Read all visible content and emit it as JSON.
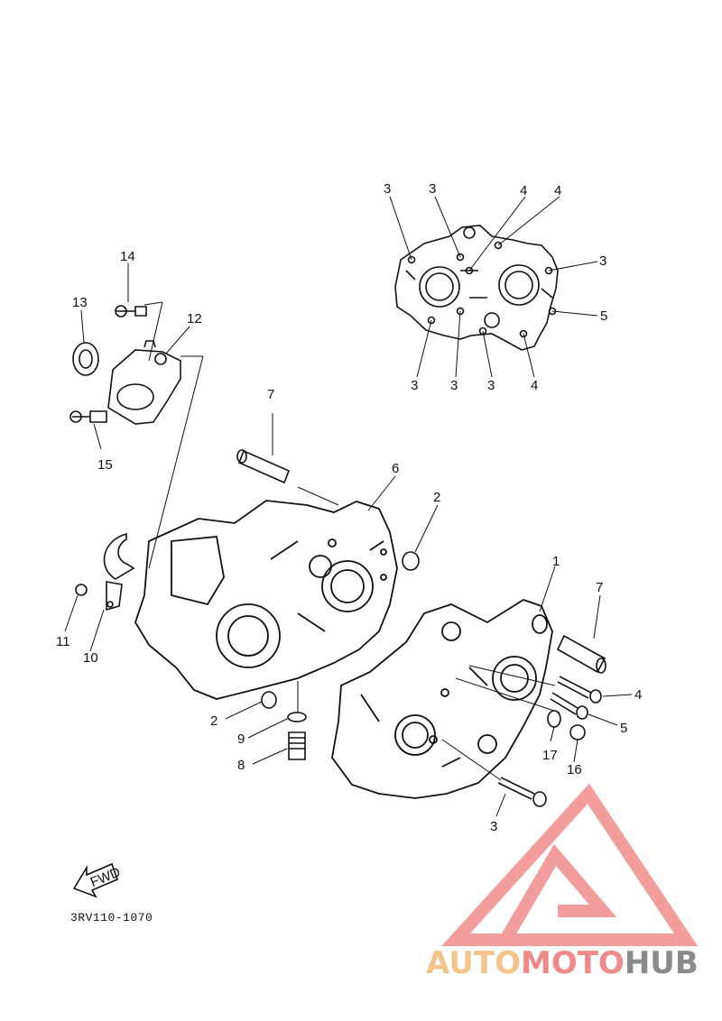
{
  "diagram": {
    "part_numbers": {
      "p1": "1",
      "p2a": "2",
      "p2b": "2",
      "p3_tl1": "3",
      "p3_tl2": "3",
      "p3_r": "3",
      "p3_b1": "3",
      "p3_b2": "3",
      "p3_b3": "3",
      "p3_bolt": "3",
      "p4_t1": "4",
      "p4_t2": "4",
      "p4_b": "4",
      "p4_bolt": "4",
      "p5_r": "5",
      "p5_bolt": "5",
      "p6": "6",
      "p7a": "7",
      "p7b": "7",
      "p8": "8",
      "p9": "9",
      "p10": "10",
      "p11": "11",
      "p12": "12",
      "p13": "13",
      "p14": "14",
      "p15": "15",
      "p16": "16",
      "p17": "17"
    },
    "fwd_label": "FWD",
    "diagram_code": "3RV110-1070"
  },
  "watermark": {
    "part1": "AUTO",
    "part2": "MOTO",
    "part3": "HUB",
    "colors": {
      "auto": "#f3c48a",
      "moto": "#f08a8a",
      "hub": "#8a8a8a",
      "triangle": "#f28b8b"
    }
  }
}
